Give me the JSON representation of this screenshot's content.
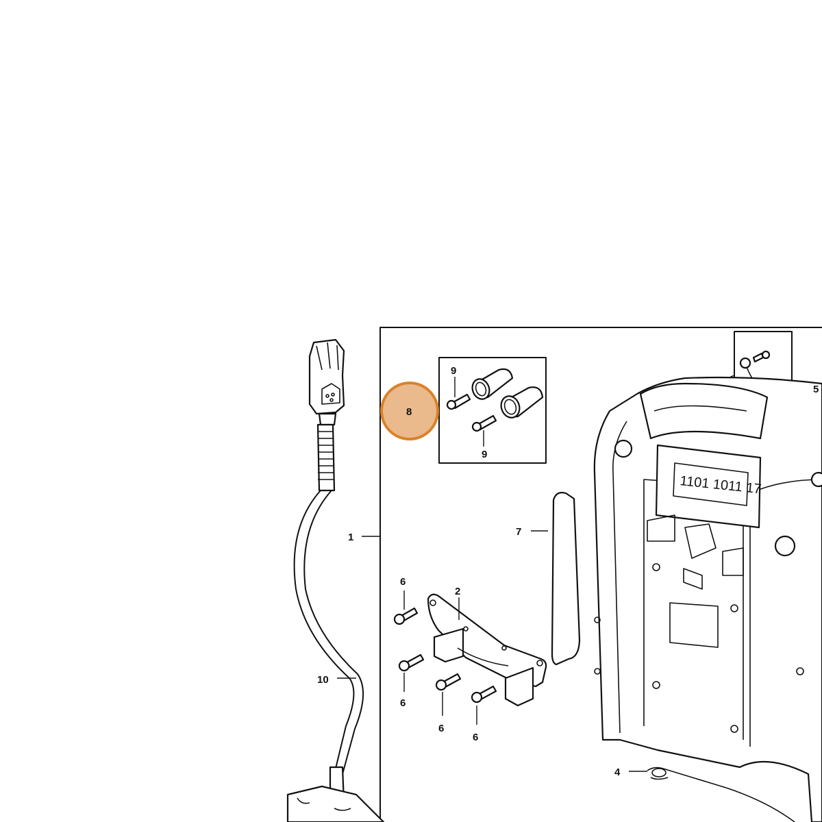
{
  "diagram": {
    "highlight_color": "#d9822b",
    "highlight_fill": "#eab98c",
    "callouts": {
      "c1": "1",
      "c2": "2",
      "c4": "4",
      "c5": "5",
      "c6a": "6",
      "c6b": "6",
      "c6c": "6",
      "c6d": "6",
      "c7": "7",
      "c8": "8",
      "c9a": "9",
      "c9b": "9",
      "c10": "10"
    }
  }
}
